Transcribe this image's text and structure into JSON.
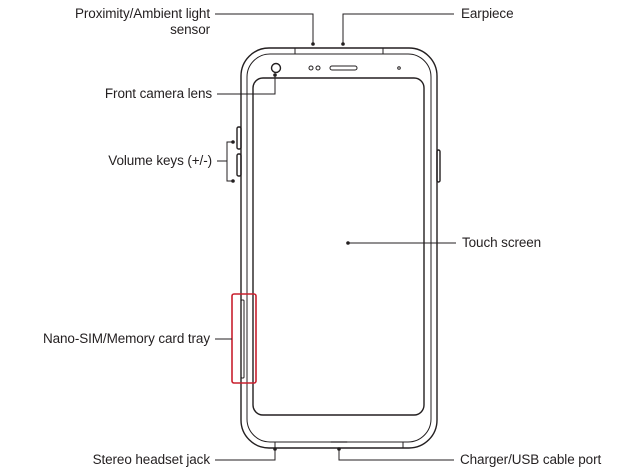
{
  "labels": {
    "proximity_line1": "Proximity/Ambient light",
    "proximity_line2": "sensor",
    "earpiece": "Earpiece",
    "front_camera": "Front camera lens",
    "volume_keys": "Volume keys (+/-)",
    "touch_screen": "Touch screen",
    "sim_tray": "Nano-SIM/Memory card tray",
    "headset_jack": "Stereo headset jack",
    "charger_port": "Charger/USB cable port"
  },
  "colors": {
    "outline": "#231f20",
    "leader": "#231f20",
    "sim_highlight": "#c8202e"
  }
}
